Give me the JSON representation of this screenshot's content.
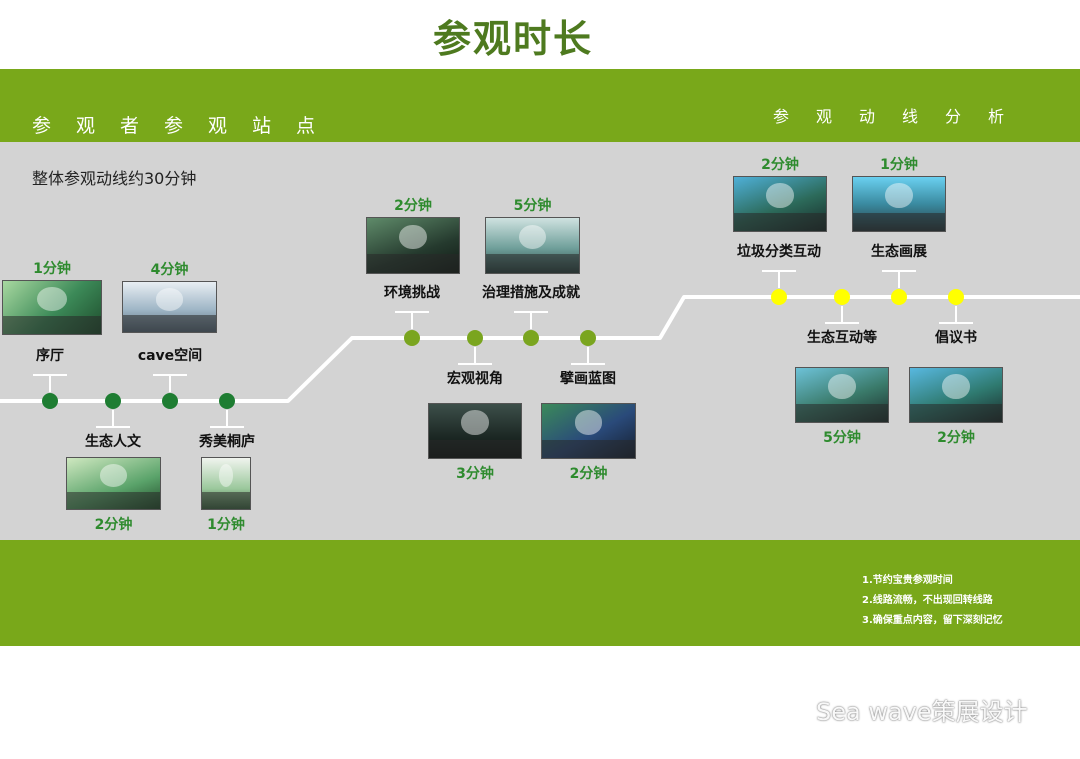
{
  "title": "参观时长",
  "header": {
    "left": "参观者参观站点",
    "right": "参观动线分析"
  },
  "summary": "整体参观动线约30分钟",
  "colors": {
    "band_green": "#79a81a",
    "panel_grey": "#d3d3d3",
    "title_green": "#4e7a1f",
    "duration_green": "#2e8b2e",
    "dot_dark_green": "#1e7d32",
    "dot_olive": "#7aa51f",
    "dot_yellow": "#ffff00"
  },
  "stops": [
    {
      "name": "序厅",
      "duration": "1分钟",
      "dot": "dot_dark_green"
    },
    {
      "name": "生态人文",
      "duration": "2分钟",
      "dot": "dot_dark_green"
    },
    {
      "name": "cave空间",
      "duration": "4分钟",
      "dot": "dot_dark_green"
    },
    {
      "name": "秀美桐庐",
      "duration": "1分钟",
      "dot": "dot_dark_green"
    },
    {
      "name": "环境挑战",
      "duration": "2分钟",
      "dot": "dot_olive"
    },
    {
      "name": "宏观视角",
      "duration": "3分钟",
      "dot": "dot_olive"
    },
    {
      "name": "治理措施及成就",
      "duration": "5分钟",
      "dot": "dot_olive"
    },
    {
      "name": "擘画蓝图",
      "duration": "2分钟",
      "dot": "dot_olive"
    },
    {
      "name": "垃圾分类互动",
      "duration": "2分钟",
      "dot": "dot_yellow"
    },
    {
      "name": "生态互动等",
      "duration": "5分钟",
      "dot": "dot_yellow"
    },
    {
      "name": "生态画展",
      "duration": "1分钟",
      "dot": "dot_yellow"
    },
    {
      "name": "倡议书",
      "duration": "2分钟",
      "dot": "dot_yellow"
    }
  ],
  "notes": [
    "1.节约宝贵参观时间",
    "2.线路流畅，不出现回转线路",
    "3.确保重点内容，留下深刻记忆"
  ],
  "watermark": "Sea wave策展设计"
}
